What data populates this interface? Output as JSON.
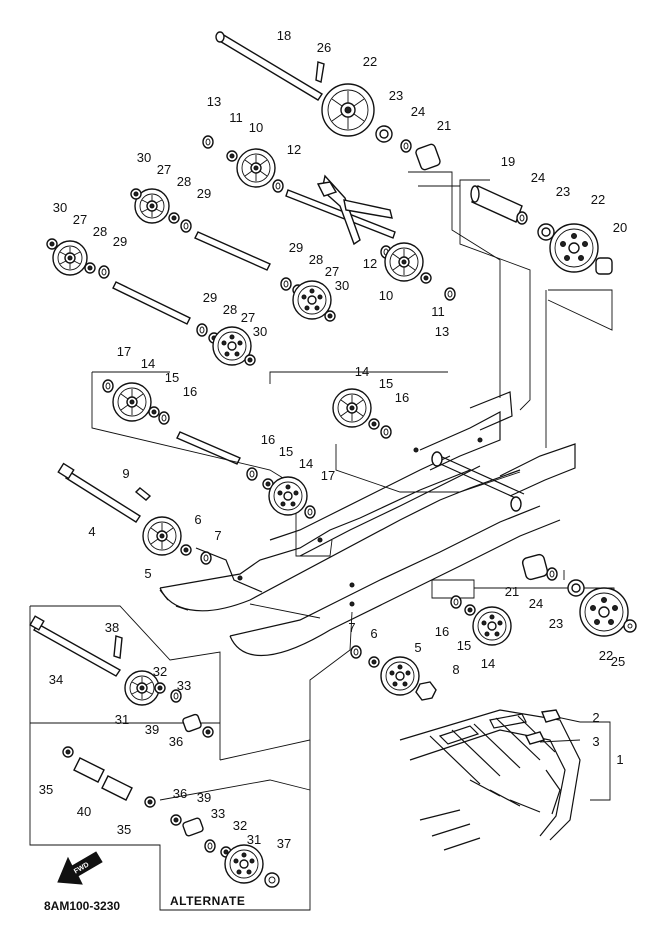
{
  "diagram": {
    "reference_code": "8AM100-3230",
    "alternate_label": "ALTERNATE",
    "fwd_label": "FWD",
    "callouts": [
      {
        "id": "c18",
        "text": "18"
      },
      {
        "id": "c26",
        "text": "26"
      },
      {
        "id": "c22a",
        "text": "22"
      },
      {
        "id": "c23a",
        "text": "23"
      },
      {
        "id": "c24a",
        "text": "24"
      },
      {
        "id": "c21a",
        "text": "21"
      },
      {
        "id": "c13a",
        "text": "13"
      },
      {
        "id": "c11a",
        "text": "11"
      },
      {
        "id": "c10a",
        "text": "10"
      },
      {
        "id": "c12a",
        "text": "12"
      },
      {
        "id": "c30a",
        "text": "30"
      },
      {
        "id": "c27a",
        "text": "27"
      },
      {
        "id": "c28a",
        "text": "28"
      },
      {
        "id": "c29a",
        "text": "29"
      },
      {
        "id": "c30b",
        "text": "30"
      },
      {
        "id": "c27b",
        "text": "27"
      },
      {
        "id": "c28b",
        "text": "28"
      },
      {
        "id": "c29b",
        "text": "29"
      },
      {
        "id": "c19",
        "text": "19"
      },
      {
        "id": "c24b",
        "text": "24"
      },
      {
        "id": "c23b",
        "text": "23"
      },
      {
        "id": "c22b",
        "text": "22"
      },
      {
        "id": "c20",
        "text": "20"
      },
      {
        "id": "c29c",
        "text": "29"
      },
      {
        "id": "c28c",
        "text": "28"
      },
      {
        "id": "c27c",
        "text": "27"
      },
      {
        "id": "c30c",
        "text": "30"
      },
      {
        "id": "c12b",
        "text": "12"
      },
      {
        "id": "c10b",
        "text": "10"
      },
      {
        "id": "c11b",
        "text": "11"
      },
      {
        "id": "c13b",
        "text": "13"
      },
      {
        "id": "c29d",
        "text": "29"
      },
      {
        "id": "c28d",
        "text": "28"
      },
      {
        "id": "c27d",
        "text": "27"
      },
      {
        "id": "c30d",
        "text": "30"
      },
      {
        "id": "c17a",
        "text": "17"
      },
      {
        "id": "c14a",
        "text": "14"
      },
      {
        "id": "c15a",
        "text": "15"
      },
      {
        "id": "c16a",
        "text": "16"
      },
      {
        "id": "c14b",
        "text": "14"
      },
      {
        "id": "c15b",
        "text": "15"
      },
      {
        "id": "c16b",
        "text": "16"
      },
      {
        "id": "c16c",
        "text": "16"
      },
      {
        "id": "c15c",
        "text": "15"
      },
      {
        "id": "c14c",
        "text": "14"
      },
      {
        "id": "c17b",
        "text": "17"
      },
      {
        "id": "c9",
        "text": "9"
      },
      {
        "id": "c4",
        "text": "4"
      },
      {
        "id": "c6a",
        "text": "6"
      },
      {
        "id": "c7a",
        "text": "7"
      },
      {
        "id": "c5a",
        "text": "5"
      },
      {
        "id": "c21b",
        "text": "21"
      },
      {
        "id": "c24c",
        "text": "24"
      },
      {
        "id": "c23c",
        "text": "23"
      },
      {
        "id": "c22c",
        "text": "22"
      },
      {
        "id": "c25",
        "text": "25"
      },
      {
        "id": "c16d",
        "text": "16"
      },
      {
        "id": "c15d",
        "text": "15"
      },
      {
        "id": "c14d",
        "text": "14"
      },
      {
        "id": "c7b",
        "text": "7"
      },
      {
        "id": "c6b",
        "text": "6"
      },
      {
        "id": "c5b",
        "text": "5"
      },
      {
        "id": "c8",
        "text": "8"
      },
      {
        "id": "c38",
        "text": "38"
      },
      {
        "id": "c34",
        "text": "34"
      },
      {
        "id": "c32a",
        "text": "32"
      },
      {
        "id": "c33a",
        "text": "33"
      },
      {
        "id": "c31a",
        "text": "31"
      },
      {
        "id": "c39a",
        "text": "39"
      },
      {
        "id": "c36a",
        "text": "36"
      },
      {
        "id": "c35a",
        "text": "35"
      },
      {
        "id": "c40",
        "text": "40"
      },
      {
        "id": "c35b",
        "text": "35"
      },
      {
        "id": "c36b",
        "text": "36"
      },
      {
        "id": "c39b",
        "text": "39"
      },
      {
        "id": "c33b",
        "text": "33"
      },
      {
        "id": "c32b",
        "text": "32"
      },
      {
        "id": "c31b",
        "text": "31"
      },
      {
        "id": "c37",
        "text": "37"
      },
      {
        "id": "c2",
        "text": "2"
      },
      {
        "id": "c3",
        "text": "3"
      },
      {
        "id": "c1",
        "text": "1"
      }
    ]
  }
}
